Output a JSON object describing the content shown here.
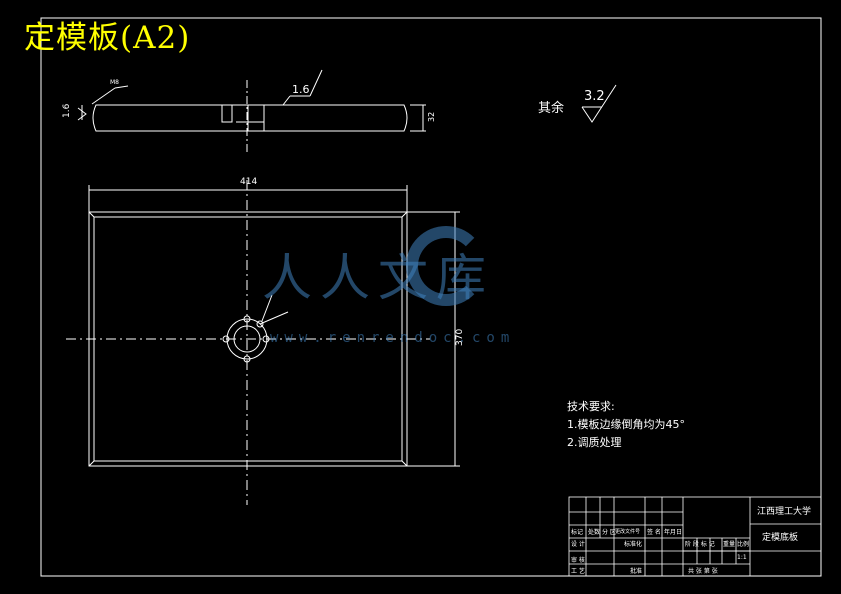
{
  "document": {
    "title": "定模板(A2)",
    "watermark": {
      "text": "人人文库",
      "url": "www.renrendoc.com"
    }
  },
  "drawing": {
    "side_view": {
      "chamfer_label": "1.6",
      "roughness_label": "1.6",
      "left_dim": "1.6",
      "top_dim": "M8",
      "right_dim": "32"
    },
    "top_view": {
      "width_dim": "414",
      "height_dim": "370"
    },
    "surface_finish": {
      "prefix": "其余",
      "value": "3.2"
    }
  },
  "tech_requirements": {
    "heading": "技术要求:",
    "items": [
      "1.模板边缘倒角均为45°",
      "2.调质处理"
    ]
  },
  "title_block": {
    "university": "江西理工大学",
    "part_name": "定模底板",
    "row_labels": [
      "标记",
      "处数",
      "分 区",
      "更改文件号",
      "签 名",
      "年月日"
    ],
    "design_label": "设 计",
    "standard_label": "标准化",
    "review_label": "审 核",
    "process_label": "工 艺",
    "approve_label": "批准",
    "stage_labels": [
      "阶 段 标 记",
      "重量",
      "比例"
    ],
    "scale_value": "1:1",
    "sheet_label": "共 张  第 张"
  },
  "colors": {
    "background": "#000000",
    "line": "#ffffff",
    "title": "#ffff00",
    "watermark": "#4082be"
  }
}
